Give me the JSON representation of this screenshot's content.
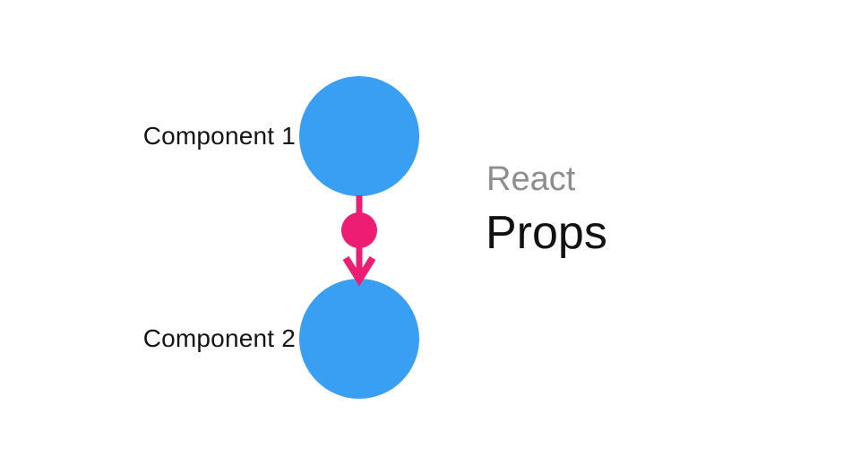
{
  "diagram": {
    "background": "#FFFFFF",
    "labels": {
      "component1": "Component 1",
      "component2": "Component 2"
    },
    "caption": {
      "subtitle": "React",
      "title": "Props"
    },
    "colors": {
      "component_blue": "#399FF3",
      "props_pink": "#EE1D74",
      "subtitle_gray": "#8E8E8E",
      "title_black": "#121212",
      "label_black": "#151515"
    }
  }
}
